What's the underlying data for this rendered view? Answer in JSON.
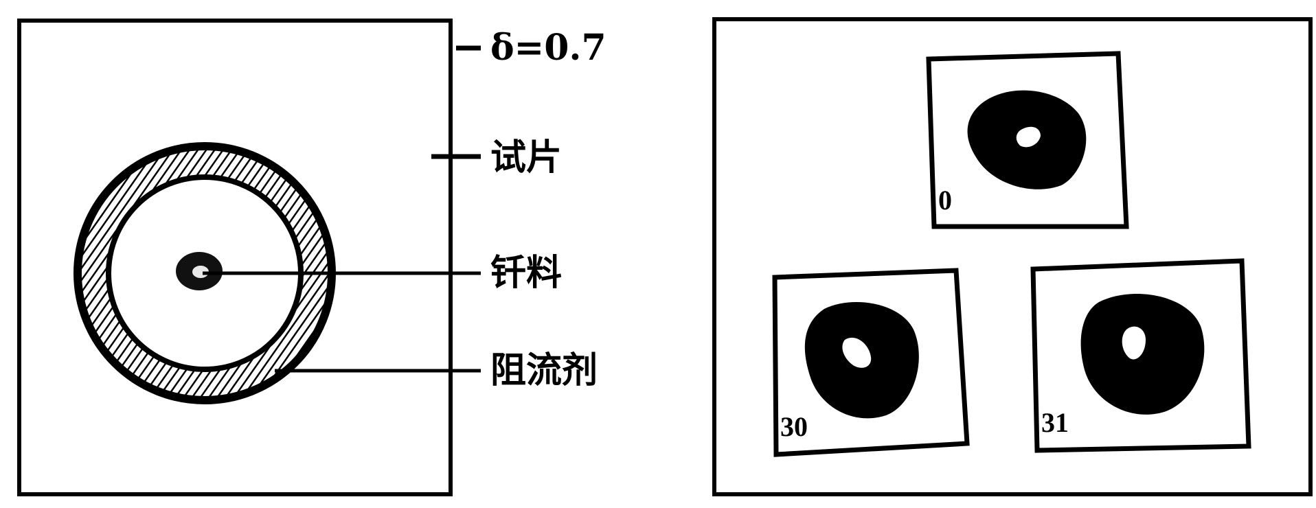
{
  "left_panel": {
    "labels": {
      "thickness": "δ=0.7",
      "specimen": "试片",
      "solder": "钎料",
      "stop_off": "阻流剂"
    }
  },
  "right_panel": {
    "specimens": [
      {
        "label": "0"
      },
      {
        "label": "30"
      },
      {
        "label": "31"
      }
    ]
  }
}
